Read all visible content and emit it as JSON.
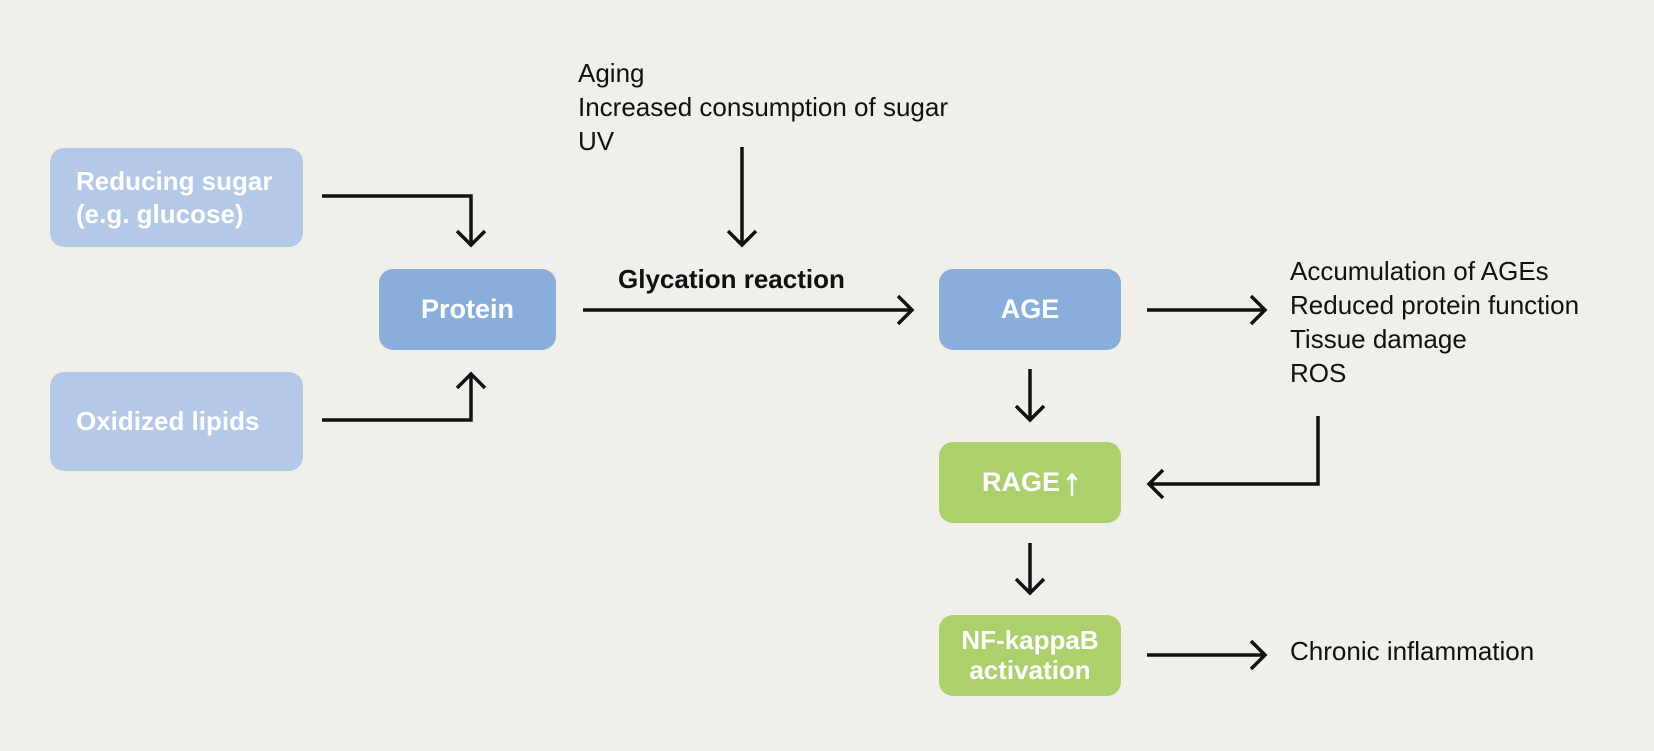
{
  "nodes": {
    "reducing_sugar": [
      "Reducing sugar",
      "(e.g. glucose)"
    ],
    "oxidized_lipids": "Oxidized lipids",
    "protein": "Protein",
    "age": "AGE",
    "rage": "RAGE",
    "nfkb": [
      "NF-kappaB",
      "activation"
    ]
  },
  "labels": {
    "factors": [
      "Aging",
      "Increased consumption of sugar",
      "UV"
    ],
    "glycation": "Glycation reaction",
    "effects": [
      "Accumulation of AGEs",
      "Reduced protein function",
      "Tissue damage",
      "ROS"
    ],
    "chronic": "Chronic inflammation"
  },
  "rage_indicator": "up-arrow-icon",
  "colors": {
    "background": "#f0efea",
    "light_blue": "#b4c8e8",
    "mid_blue": "#8aaedc",
    "green": "#acd06c",
    "arrow": "#111111"
  }
}
